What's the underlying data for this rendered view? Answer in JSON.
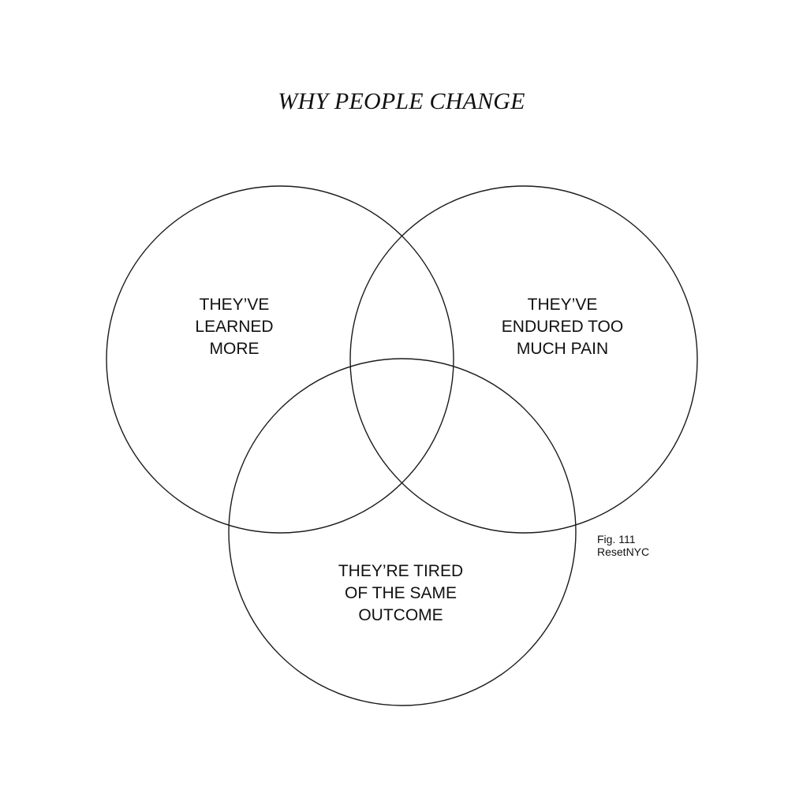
{
  "title": "WHY PEOPLE CHANGE",
  "sets": [
    {
      "id": "left",
      "label": "THEY’VE\nLEARNED\nMORE"
    },
    {
      "id": "right",
      "label": "THEY’VE\nENDURED TOO\nMUCH PAIN"
    },
    {
      "id": "bottom",
      "label": "THEY’RE TIRED\nOF THE SAME\nOUTCOME"
    }
  ],
  "figure_note": {
    "number": "Fig. 111",
    "source": "ResetNYC"
  },
  "colors": {
    "stroke": "#1a1a1a",
    "text": "#111111",
    "background": "#ffffff"
  }
}
